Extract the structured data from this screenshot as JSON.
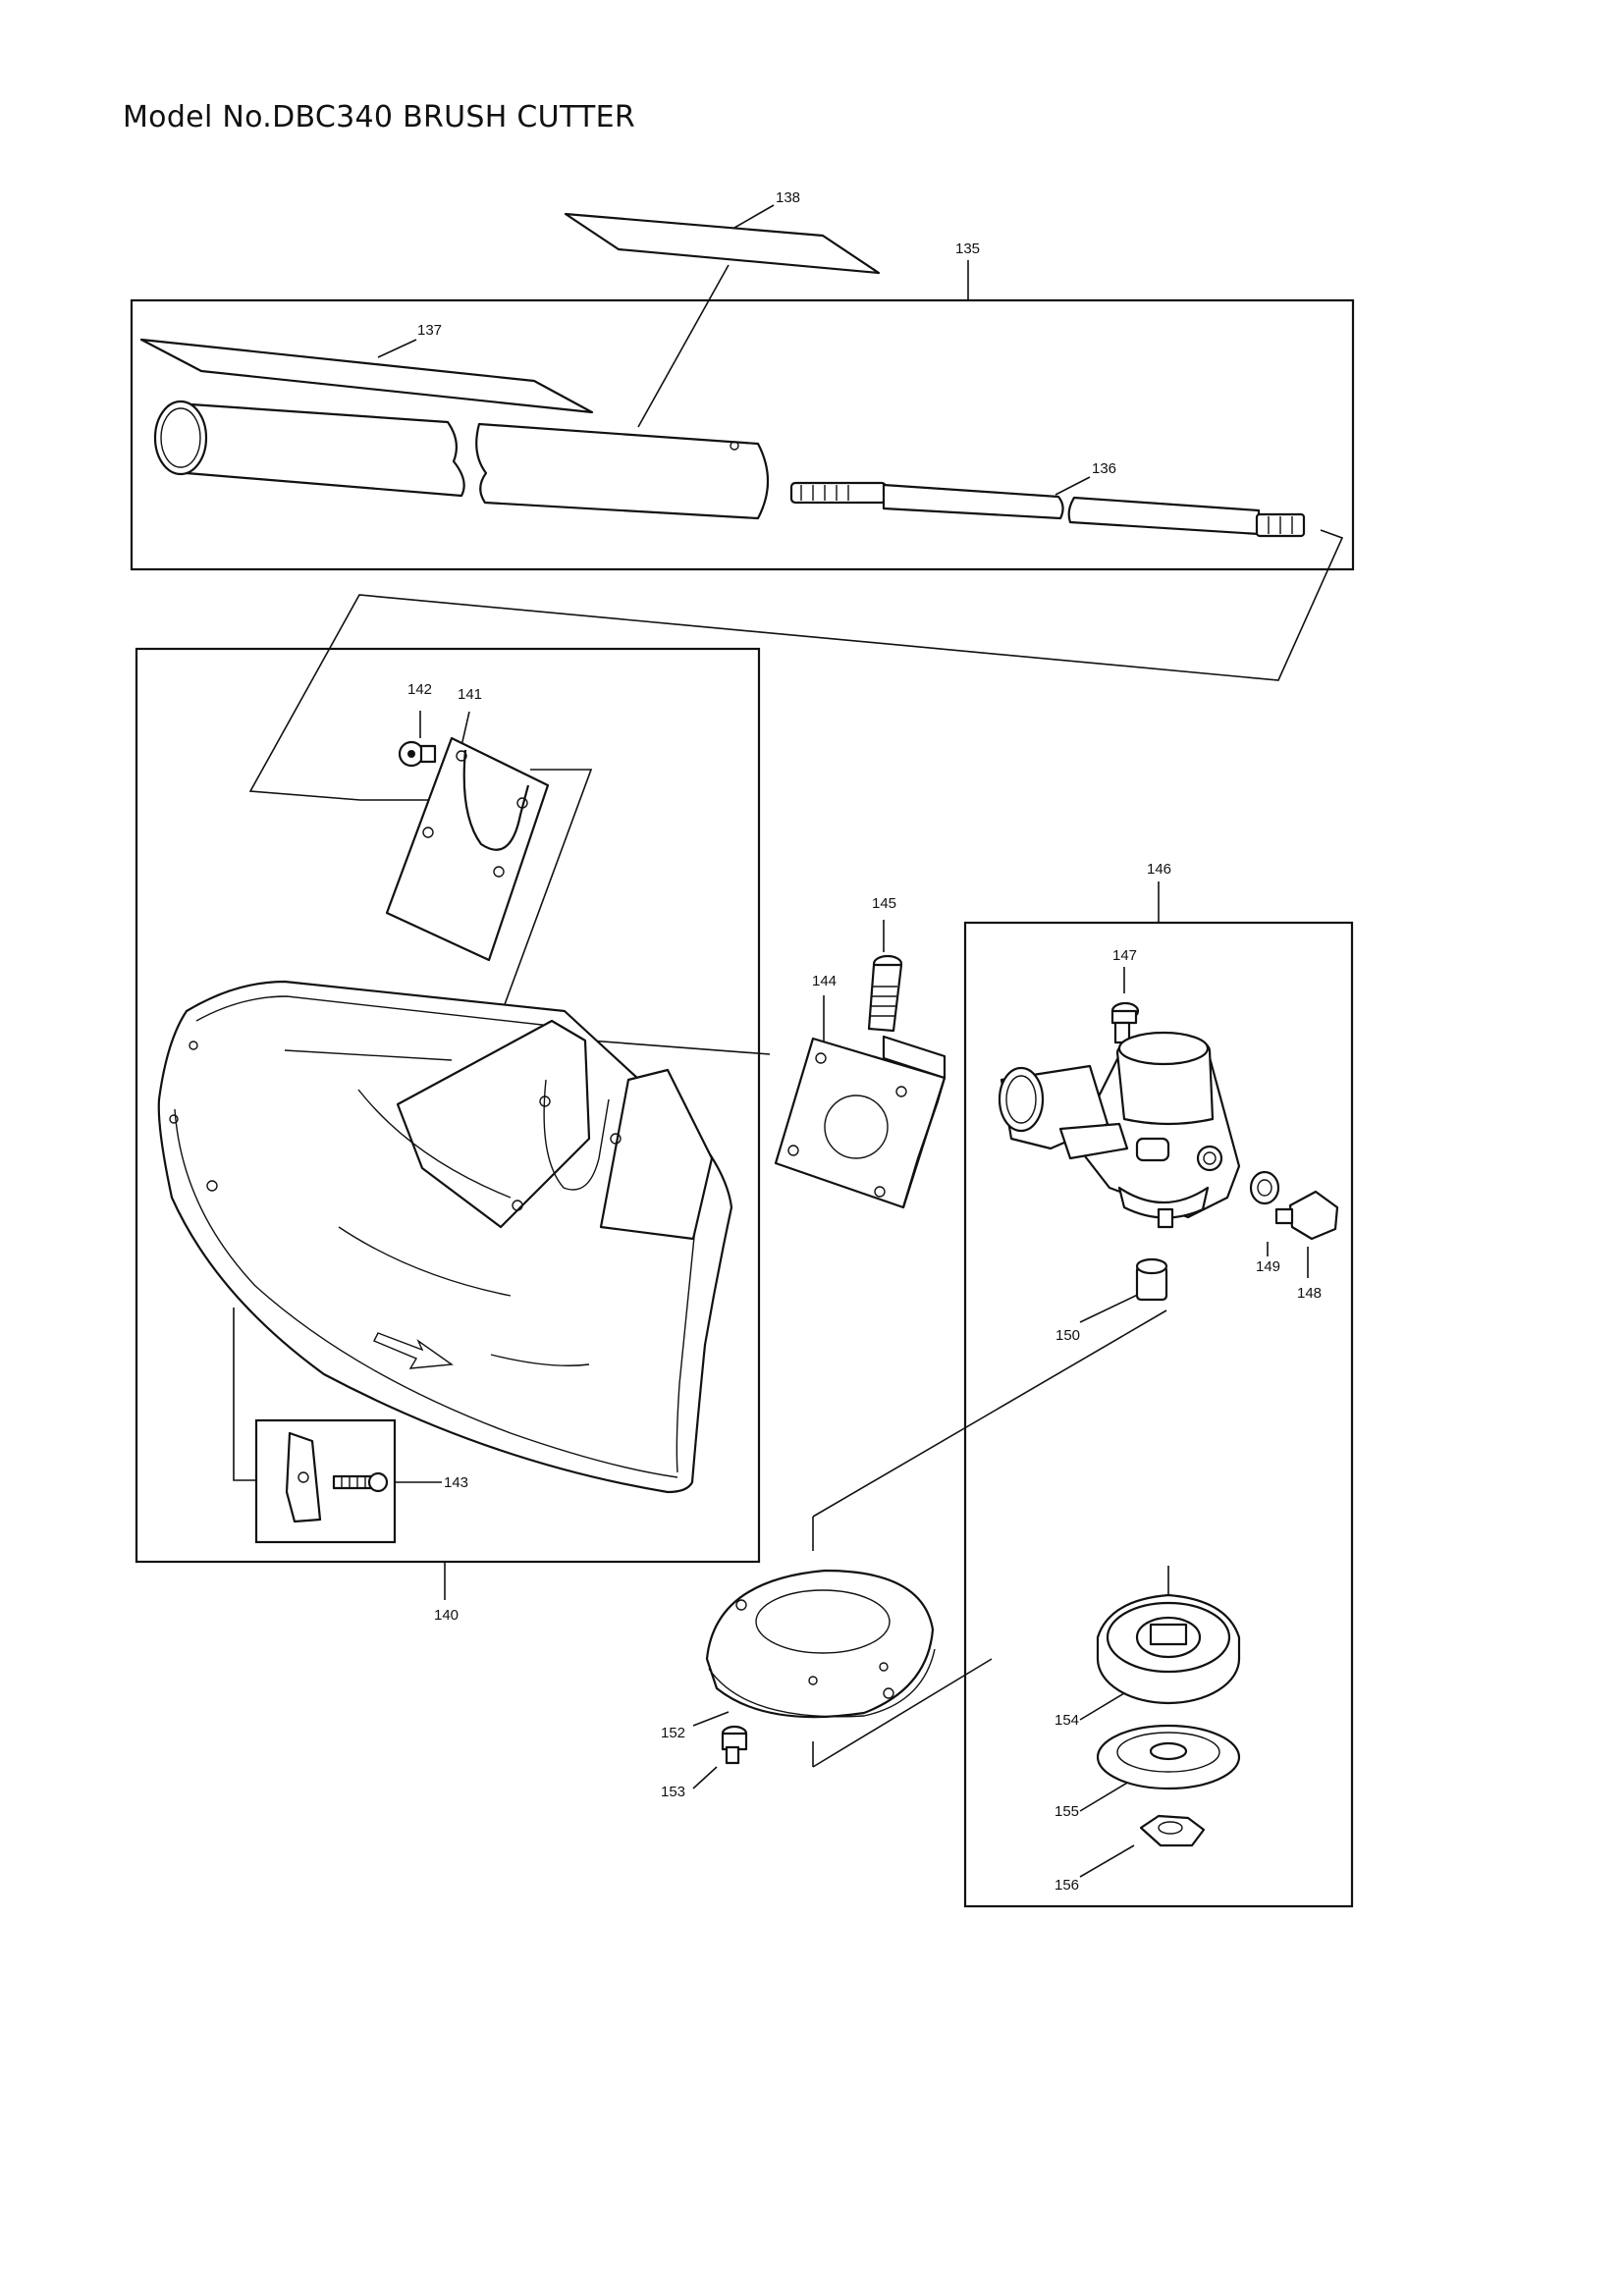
{
  "header": {
    "title": "Model No.DBC340 BRUSH CUTTER"
  },
  "parts": {
    "p135": "135",
    "p136": "136",
    "p137": "137",
    "p138": "138",
    "p140": "140",
    "p141": "141",
    "p142": "142",
    "p143": "143",
    "p144": "144",
    "p145": "145",
    "p146": "146",
    "p147": "147",
    "p148": "148",
    "p149": "149",
    "p150": "150",
    "p152": "152",
    "p153": "153",
    "p154": "154",
    "p155": "155",
    "p156": "156"
  }
}
